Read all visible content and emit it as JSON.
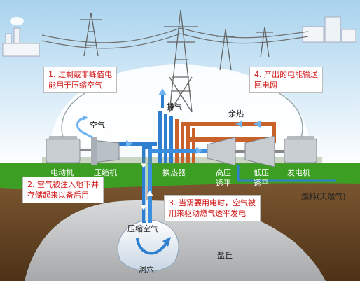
{
  "callouts": {
    "c1": {
      "line1": "1. 过剩或非峰值电",
      "line2": "能用于压缩空气"
    },
    "c2": {
      "line1": "2. 空气被注入地下井",
      "line2": "存储起来以备后用"
    },
    "c3": {
      "line1": "3. 当需要用电时，空气被",
      "line2": "用来驱动燃气透平发电"
    },
    "c4": {
      "line1": "4. 产出的电能输送",
      "line2": "回电网"
    }
  },
  "labels": {
    "exhaust": "排气",
    "waste_heat": "余热",
    "air": "空气",
    "motor": "电动机",
    "compressor": "压缩机",
    "heat_exchanger": "换热器",
    "hp_turbine_1": "高压",
    "hp_turbine_2": "透平",
    "lp_turbine_1": "低压",
    "lp_turbine_2": "透平",
    "generator": "发电机",
    "fuel": "燃料(天然气)",
    "compressed_air": "压缩空气",
    "cavern": "洞穴",
    "salt_dome": "盐丘"
  },
  "colors": {
    "sky_top": "#c8e4f4",
    "grass": "#3c9e22",
    "earth": "#6a4a28",
    "cold_pipe": "#2f7fd0",
    "hot_pipe": "#c8612a",
    "callout_text": "#d21a1a"
  }
}
